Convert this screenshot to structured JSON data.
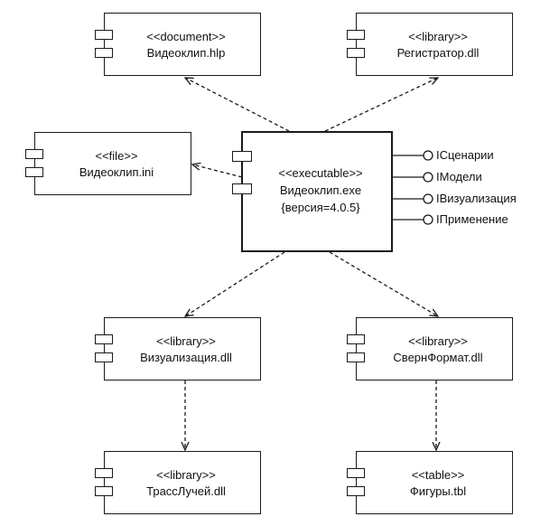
{
  "components": {
    "doc": {
      "stereotype": "<<document>>",
      "name": "Видеоклип.hlp"
    },
    "reg": {
      "stereotype": "<<library>>",
      "name": "Регистратор.dll"
    },
    "ini": {
      "stereotype": "<<file>>",
      "name": "Видеоклип.ini"
    },
    "exe": {
      "stereotype": "<<executable>>",
      "name": "Видеоклип.exe",
      "version": "{версия=4.0.5}"
    },
    "viz": {
      "stereotype": "<<library>>",
      "name": "Визуализация.dll"
    },
    "svern": {
      "stereotype": "<<library>>",
      "name": "СвернФормат.dll"
    },
    "trass": {
      "stereotype": "<<library>>",
      "name": "ТрассЛучей.dll"
    },
    "figury": {
      "stereotype": "<<table>>",
      "name": "Фигуры.tbl"
    }
  },
  "interfaces": [
    "IСценарии",
    "IМодели",
    "IВизуализация",
    "IПрименение"
  ],
  "colors": {
    "line": "#1a1a1a",
    "background": "#ffffff"
  }
}
